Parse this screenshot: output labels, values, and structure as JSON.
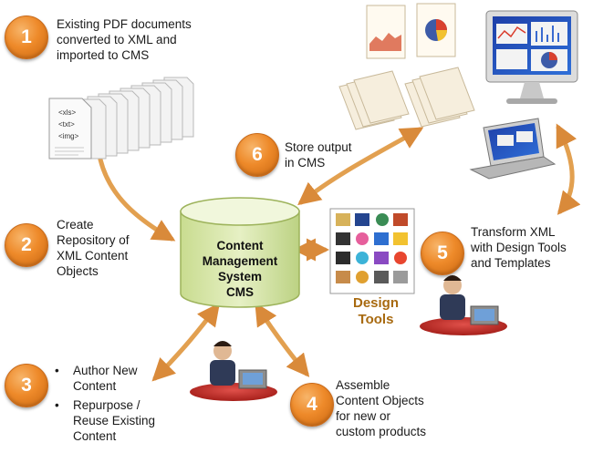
{
  "steps": [
    {
      "number": "1",
      "text_lines": [
        "Existing PDF documents",
        "converted to XML and",
        "imported to CMS"
      ]
    },
    {
      "number": "2",
      "text_lines": [
        "Create",
        "Repository of",
        "XML Content",
        "Objects"
      ]
    },
    {
      "number": "3",
      "bullets": [
        {
          "lines": [
            "Author New",
            "Content"
          ]
        },
        {
          "lines": [
            "Repurpose /",
            "Reuse Existing",
            "Content"
          ]
        }
      ]
    },
    {
      "number": "4",
      "text_lines": [
        "Assemble",
        "Content Objects",
        "for new or",
        "custom products"
      ]
    },
    {
      "number": "5",
      "text_lines": [
        "Transform XML",
        "with Design Tools",
        "and Templates"
      ]
    },
    {
      "number": "6",
      "text_lines": [
        "Store output",
        "in CMS"
      ]
    }
  ],
  "cms": {
    "lines": [
      "Content",
      "Management",
      "System",
      "CMS"
    ]
  },
  "design_tools": {
    "lines": [
      "Design",
      "Tools"
    ]
  },
  "doc_tags": [
    "<xls>",
    "<txt>",
    "<img>"
  ],
  "colors": {
    "step_circle": "#ee8a2a",
    "arrow": "#e2a050",
    "cms_top": "#f0f6d8",
    "cms_body": "#d6e6a6",
    "design_label": "#a86a10"
  }
}
